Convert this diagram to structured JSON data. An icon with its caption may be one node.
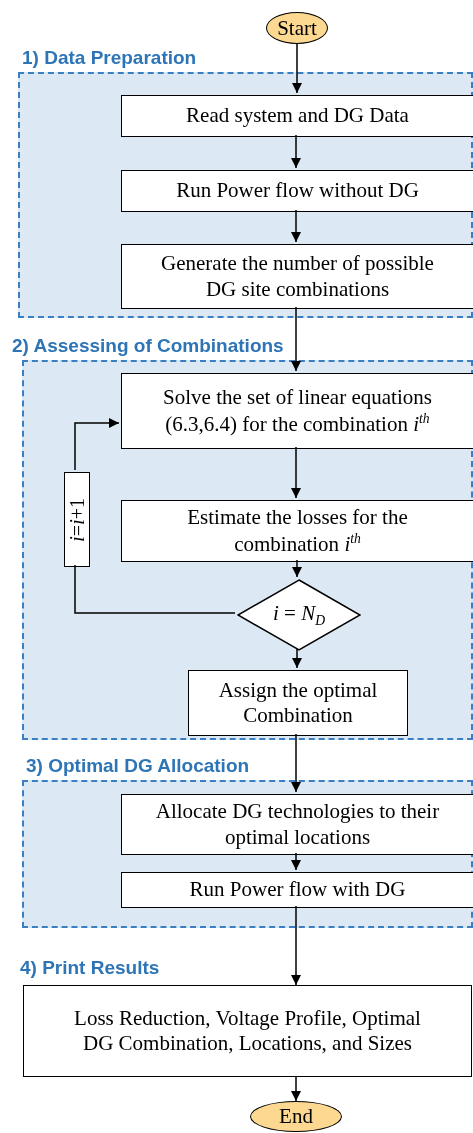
{
  "diagram": {
    "nodes": [
      {
        "text": [
          "Start"
        ]
      },
      {
        "text": [
          "1) Data Preparation"
        ]
      },
      {
        "text": [
          "Read system and DG Data"
        ],
        "in": 1
      },
      {
        "text": [
          "Run Power flow without DG"
        ],
        "in": 1
      },
      {
        "text": [
          "Generate the number of possible DG site combinations"
        ],
        "in": 1
      },
      {
        "text": [
          "2) Assessing of Combinations"
        ]
      },
      {
        "text": [
          "Solve the set of linear equations (6.3,6.4) for the combination *i*$^{th}$"
        ],
        "in": 5
      },
      {
        "text": [
          "Estimate the losses for the combination *i*$^{th}$"
        ],
        "in": 5
      },
      {
        "text": [
          "*i* = *N*$_{D}$"
        ],
        "in": 5
      },
      {
        "text": [
          "*i*=*i*+1"
        ],
        "in": 5
      },
      {
        "text": [
          "Assign the optimal Combination"
        ],
        "in": 5
      },
      {
        "text": [
          "3) Optimal DG Allocation"
        ]
      },
      {
        "text": [
          "Allocate DG technologies to their optimal locations"
        ],
        "in": 11
      },
      {
        "text": [
          "Run Power flow with DG"
        ],
        "in": 11
      },
      {
        "text": [
          "Loss Reduction, Voltage Profile, Optimal DG Combination, Locations, and Sizes"
        ]
      },
      {
        "text": [
          "End"
        ]
      }
    ],
    "edges": [
      {
        "from": 0,
        "to": 2,
        "arrow": "to"
      },
      {
        "from": 2,
        "to": 3,
        "arrow": "to"
      },
      {
        "from": 3,
        "to": 4,
        "arrow": "to"
      },
      {
        "from": 4,
        "to": 6,
        "arrow": "to"
      },
      {
        "from": 6,
        "to": 7,
        "arrow": "to"
      },
      {
        "from": 7,
        "to": 8,
        "arrow": "to"
      },
      {
        "from": 8,
        "to": 9,
        "arrow": "none"
      },
      {
        "from": 9,
        "to": 6,
        "arrow": "to"
      },
      {
        "from": 8,
        "to": 10,
        "arrow": "to"
      },
      {
        "from": 10,
        "to": 12,
        "arrow": "to"
      },
      {
        "from": 12,
        "to": 13,
        "arrow": "to"
      },
      {
        "from": 13,
        "to": 14,
        "arrow": "to"
      },
      {
        "from": 14,
        "to": 15,
        "arrow": "to"
      }
    ],
    "labels": [
      "4) Print Results"
    ]
  }
}
